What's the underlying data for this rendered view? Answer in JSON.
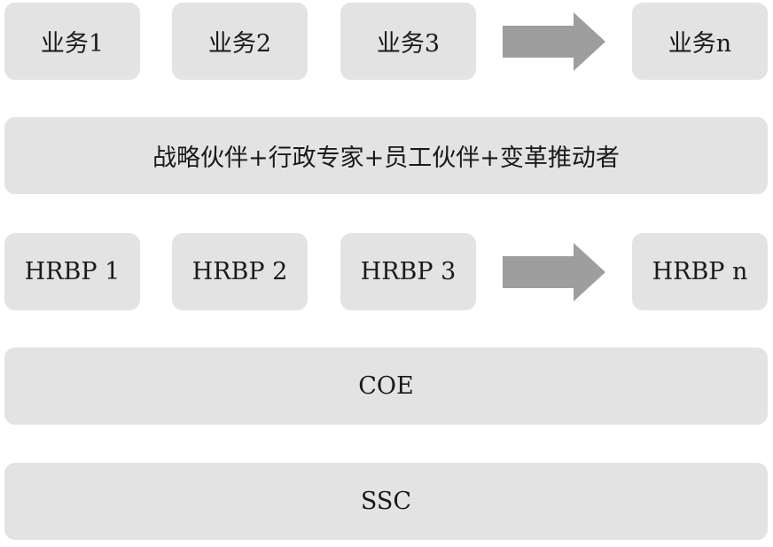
{
  "business_row": {
    "items": [
      "业务1",
      "业务2",
      "业务3"
    ],
    "last": "业务n"
  },
  "roles": {
    "label": "战略伙伴+行政专家+员工伙伴+变革推动者"
  },
  "hrbp_row": {
    "items": [
      "HRBP 1",
      "HRBP 2",
      "HRBP 3"
    ],
    "last": "HRBP n"
  },
  "coe": {
    "label": "COE"
  },
  "ssc": {
    "label": "SSC"
  },
  "colors": {
    "box_fill": "#e3e3e3",
    "arrow_fill": "#9e9e9e",
    "text": "#1a1a1a"
  },
  "icons": [
    "right-arrow-icon"
  ]
}
